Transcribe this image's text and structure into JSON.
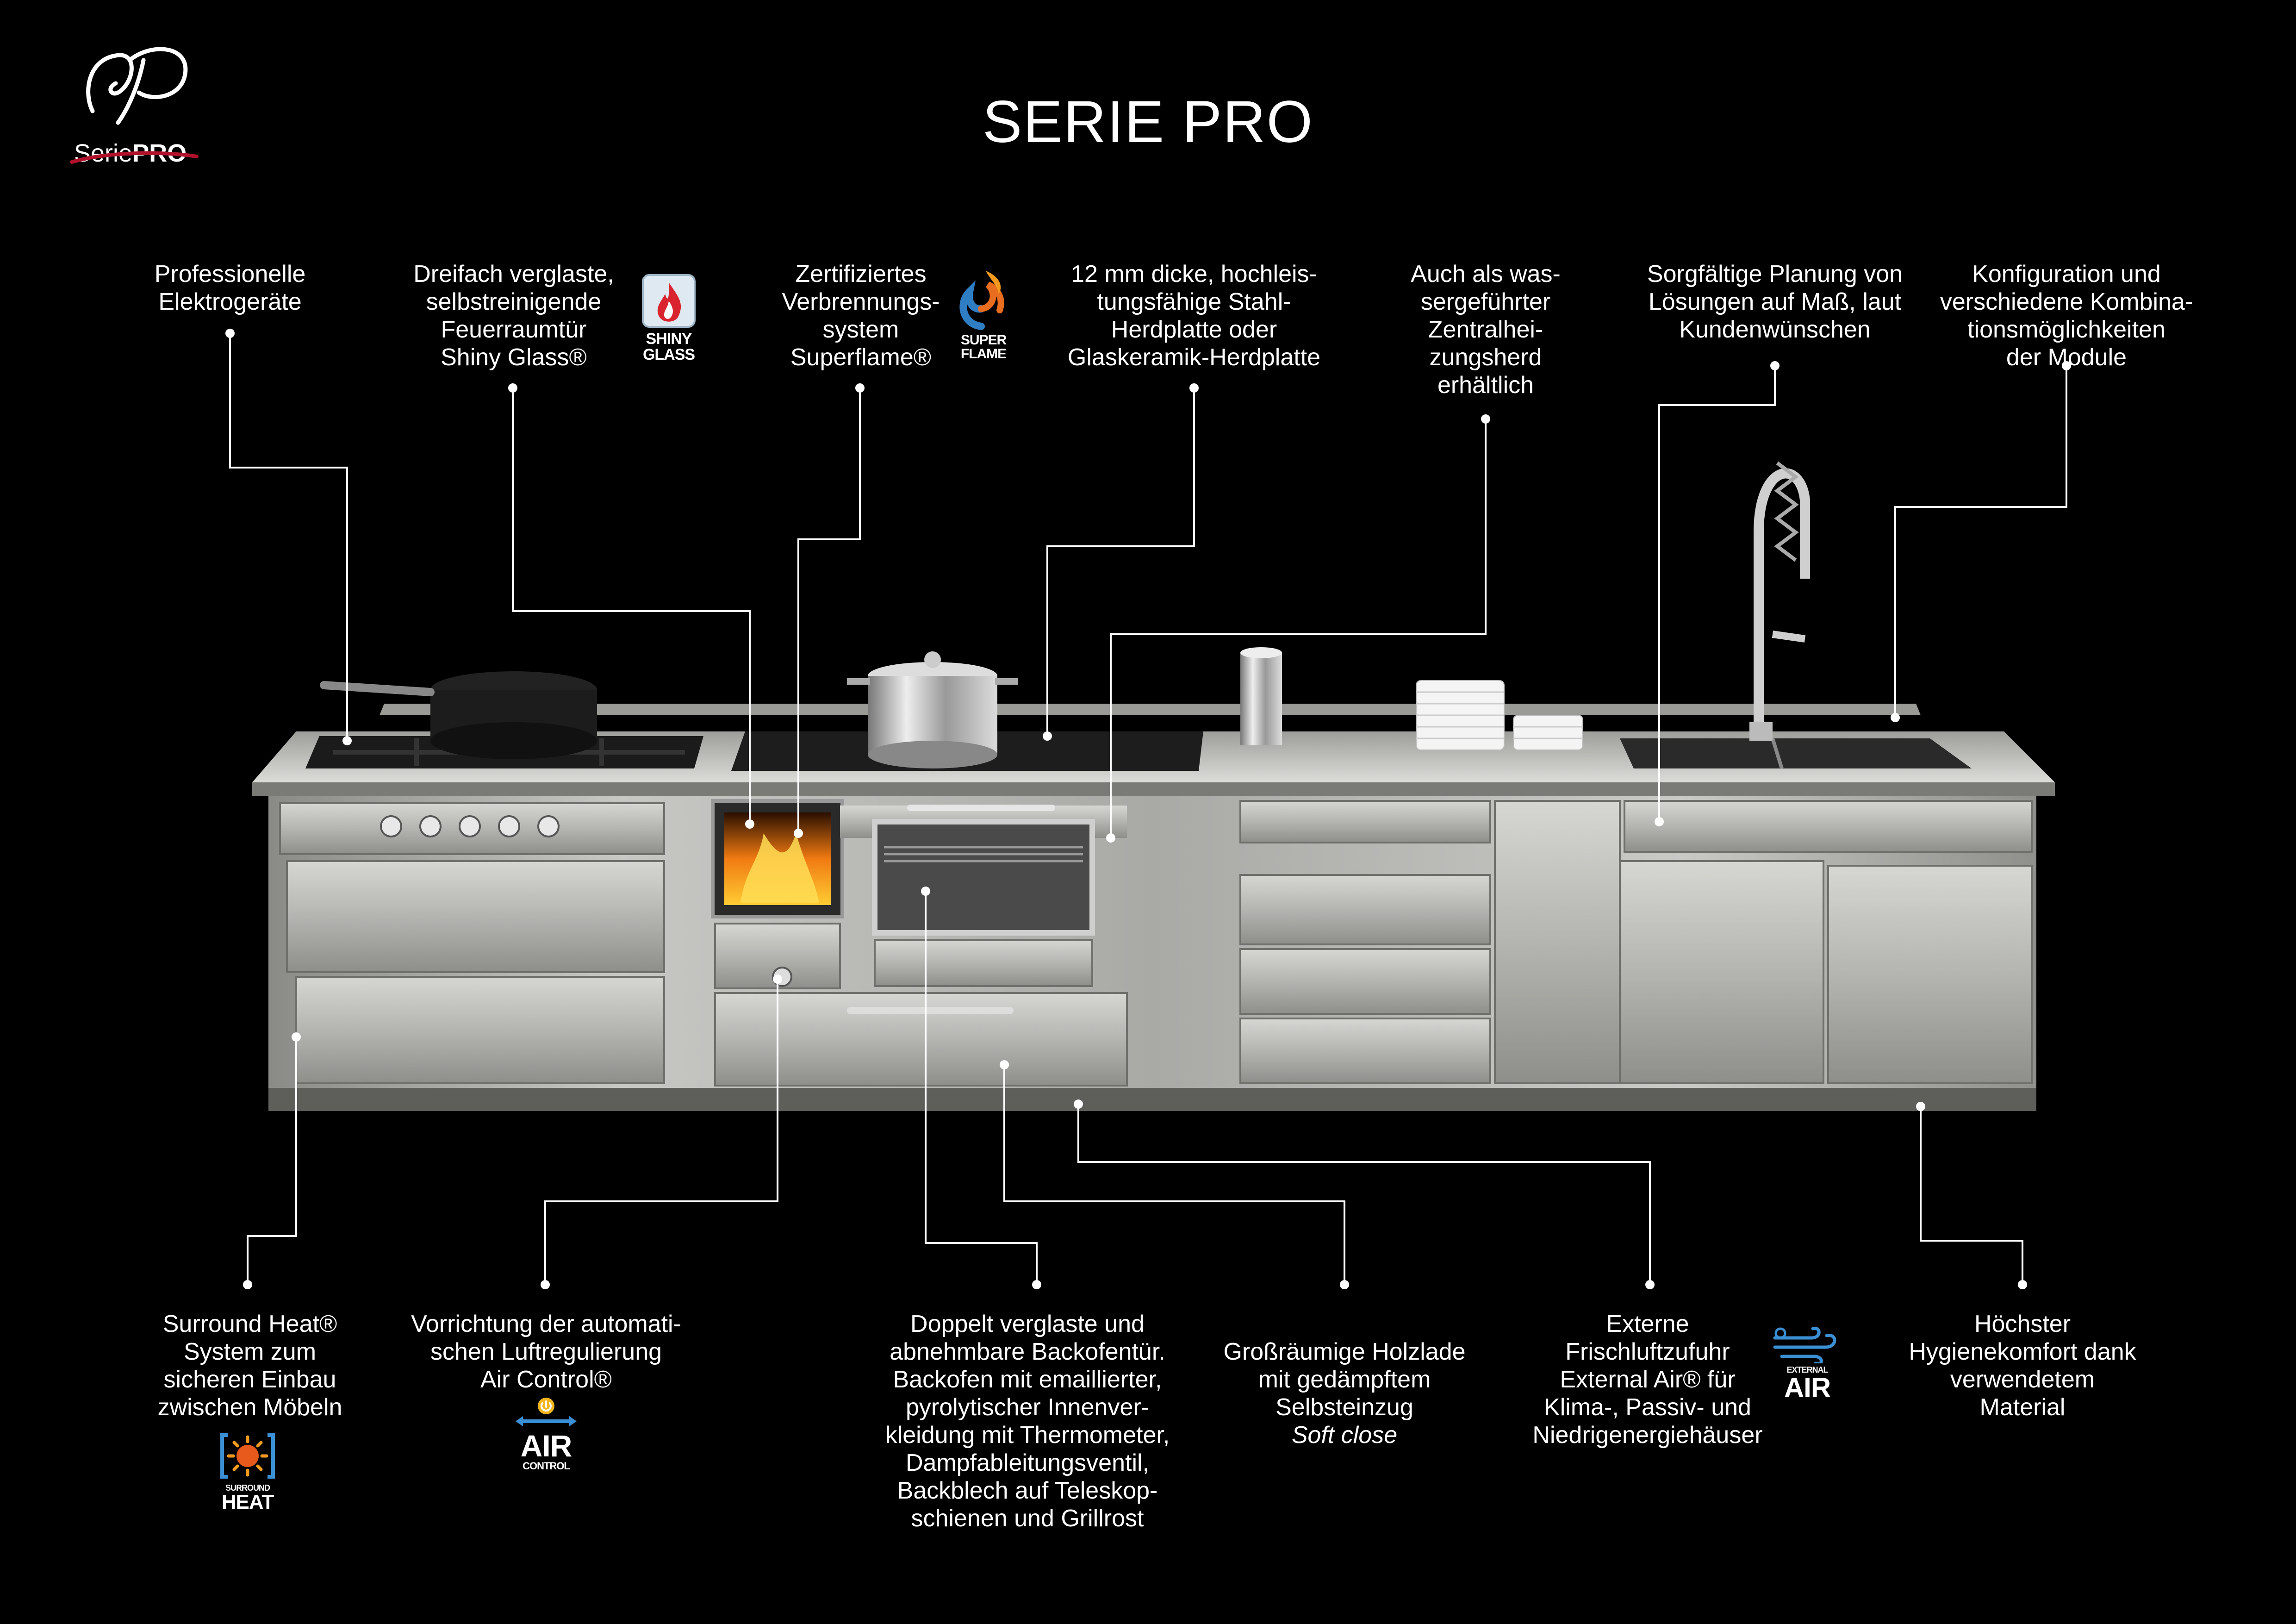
{
  "title": "SERIE PRO",
  "logo": {
    "text_plain": "Serie",
    "text_bold": "PRO"
  },
  "callouts": {
    "elektro": "Professionelle\nElektrogeräte",
    "glass": "Dreifach verglaste,\nselbstreinigende\nFeuerraumtür\nShiny Glass®",
    "superflame": "Zertifiziertes\nVerbrennungs-\nsystem\nSuperflame®",
    "herdplatte": "12 mm dicke, hochleis-\ntungsfähige Stahl-\nHerdplatte oder\nGlaskeramik-Herdplatte",
    "zentral": "Auch als was-\nsergeführter\nZentralhei-\nzungsherd\nerhältlich",
    "planung": "Sorgfältige Planung von\nLösungen auf Maß, laut\nKundenwünschen",
    "konfig": "Konfiguration und\nverschiedene Kombina-\ntionsmöglichkeiten\nder Module",
    "surround": "Surround Heat®\nSystem zum\nsicheren Einbau\nzwischen Möbeln",
    "aircontrol": "Vorrichtung der automati-\nschen Luftregulierung\nAir Control®",
    "backofen": "Doppelt verglaste und\nabnehmbare Backofentür.\nBackofen mit emaillierter,\npyrolytischer Innenver-\nkleidung mit Thermometer,\nDampfableitungsventil,\nBackblech auf Teleskop-\nschienen und Grillrost",
    "holzlade": "Großräumige Holzlade\nmit gedämpftem\nSelbsteinzug",
    "holzlade_italic": "Soft close",
    "external": "Externe\nFrischluftzufuhr\nExternal Air® für\nKlima-, Passiv- und\nNiedrigenergiehäuser",
    "hygiene": "Höchster\nHygienekomfort dank\nverwendetem\nMaterial"
  },
  "badges": {
    "shiny": {
      "line1": "SHINY",
      "line2": "GLASS",
      "icon": "flame-icon",
      "color": "#d9232e"
    },
    "superflame": {
      "line1": "SUPER",
      "line2": "FLAME",
      "icon": "swirl-flame-icon",
      "color": "#e86d1f"
    },
    "surround": {
      "line1": "SURROUND",
      "line2": "HEAT",
      "icon": "sun-heat-icon",
      "color": "#e85a1c"
    },
    "air": {
      "line1": "AIR",
      "line2": "CONTROL",
      "icon": "air-control-icon",
      "color": "#3b8fd4"
    },
    "external": {
      "line1": "EXTERNAL",
      "line2": "AIR",
      "icon": "wind-icon",
      "color": "#3b8fd4"
    }
  },
  "colors": {
    "background": "#000000",
    "text": "#ffffff",
    "steel": "#b9b9b6",
    "logo_accent": "#b0122b"
  }
}
